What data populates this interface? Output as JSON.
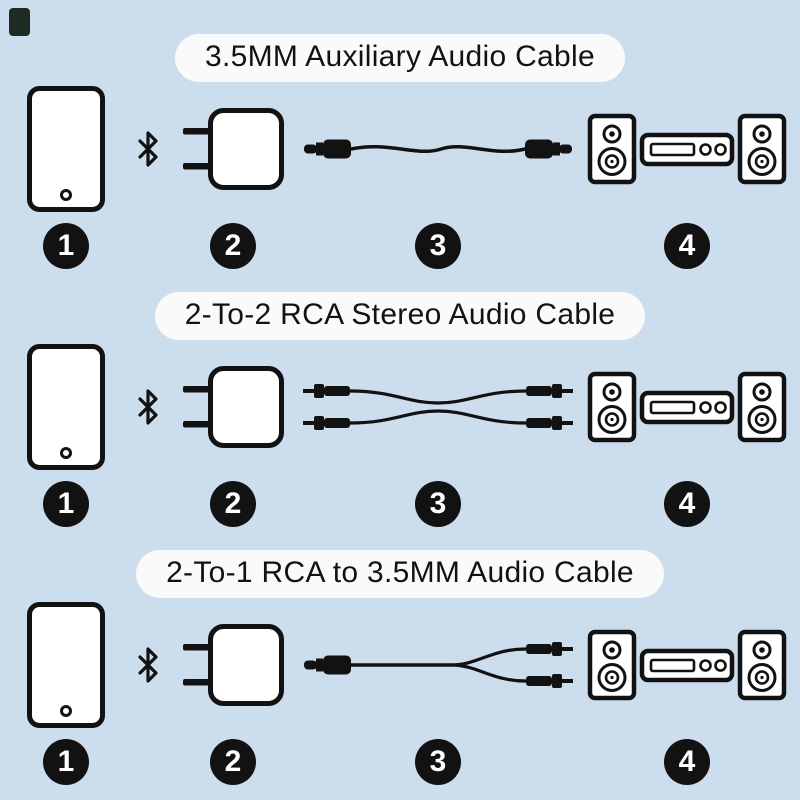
{
  "theme": {
    "background": "#ccdded",
    "pill_background": "#fafafa",
    "ink": "#121212",
    "badge_text": "#ffffff",
    "corner_mark": "#1e2a24"
  },
  "icons": {
    "phone": "smartphone-icon",
    "bluetooth": "bluetooth-icon",
    "charger": "wall-charger-icon",
    "stereo": "stereo-speaker-system-icon",
    "cable_aux": "3.5mm-to-3.5mm-aux-cable-icon",
    "cable_rca_2to2": "2-rca-to-2-rca-cable-icon",
    "cable_rca_2to1": "3.5mm-to-2-rca-cable-icon"
  },
  "sections": [
    {
      "title": "3.5MM Auxiliary Audio Cable",
      "steps": [
        "1",
        "2",
        "3",
        "4"
      ]
    },
    {
      "title": "2-To-2 RCA Stereo Audio Cable",
      "steps": [
        "1",
        "2",
        "3",
        "4"
      ]
    },
    {
      "title": "2-To-1 RCA to 3.5MM Audio Cable",
      "steps": [
        "1",
        "2",
        "3",
        "4"
      ]
    }
  ]
}
